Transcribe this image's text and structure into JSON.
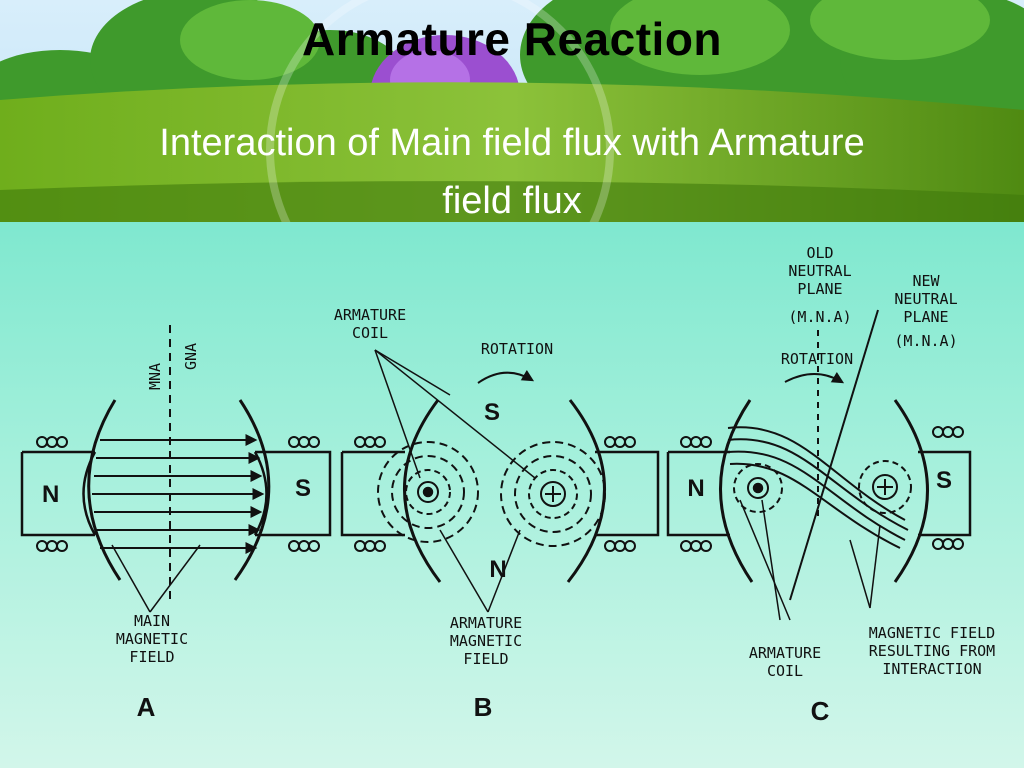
{
  "slide": {
    "title": "Armature Reaction",
    "subtitle_line1": "Interaction of Main field flux with Armature",
    "subtitle_line2": "field flux"
  },
  "colors": {
    "banner_green": "#5e9a18",
    "background_mint": "#a6f0dc",
    "tree_purple": "#9b4fd0"
  },
  "diagram": {
    "a": {
      "letter": "A",
      "pole_n": "N",
      "pole_s": "S",
      "axis_mna": "MNA",
      "axis_gna": "GNA",
      "main_field_l1": "MAIN",
      "main_field_l2": "MAGNETIC",
      "main_field_l3": "FIELD"
    },
    "b": {
      "letter": "B",
      "armature_coil_l1": "ARMATURE",
      "armature_coil_l2": "COIL",
      "rotation": "ROTATION",
      "pole_s": "S",
      "pole_n": "N",
      "arm_field_l1": "ARMATURE",
      "arm_field_l2": "MAGNETIC",
      "arm_field_l3": "FIELD"
    },
    "c": {
      "letter": "C",
      "pole_n": "N",
      "pole_s": "S",
      "old_neutral_l1": "OLD",
      "old_neutral_l2": "NEUTRAL",
      "old_neutral_l3": "PLANE",
      "old_neutral_l4": "(M.N.A)",
      "new_neutral_l1": "NEW",
      "new_neutral_l2": "NEUTRAL",
      "new_neutral_l3": "PLANE",
      "new_neutral_l4": "(M.N.A)",
      "rotation": "ROTATION",
      "armature_coil_l1": "ARMATURE",
      "armature_coil_l2": "COIL",
      "resulting_l1": "MAGNETIC FIELD",
      "resulting_l2": "RESULTING FROM",
      "resulting_l3": "INTERACTION"
    }
  }
}
